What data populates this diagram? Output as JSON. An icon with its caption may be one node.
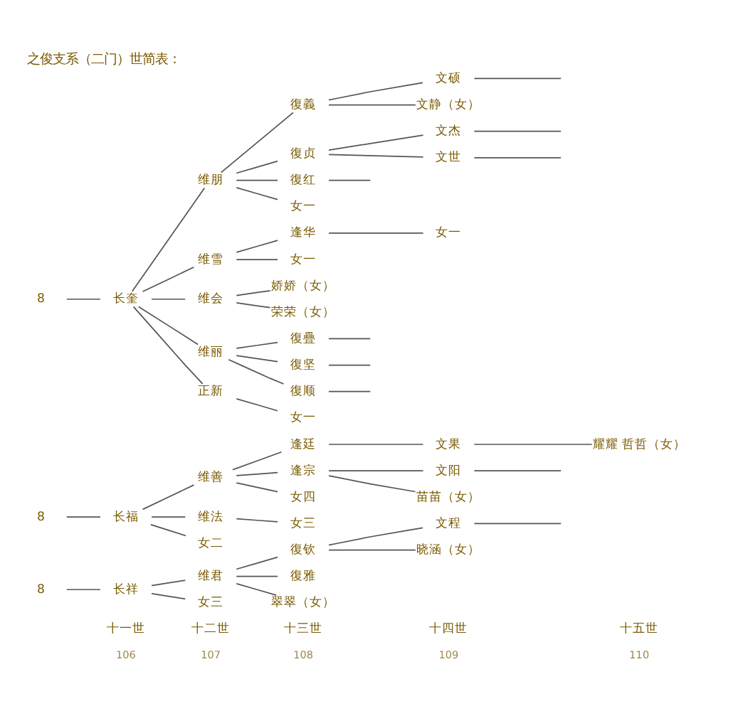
{
  "diagram": {
    "title": "之俊支系（二门）世简表：",
    "nodes": [
      {
        "text": [
          "8"
        ]
      },
      {
        "text": [
          "长祥"
        ]
      },
      {
        "text": [
          "维君"
        ]
      },
      {
        "text": [
          "女三"
        ]
      },
      {
        "text": [
          "復钦"
        ]
      },
      {
        "text": [
          "復雅"
        ]
      },
      {
        "text": [
          "翠翠（女）"
        ]
      },
      {
        "text": [
          "文程"
        ]
      },
      {
        "text": [
          "晓涵（女）"
        ]
      },
      {
        "text": [
          "8"
        ]
      },
      {
        "text": [
          "长福"
        ]
      },
      {
        "text": [
          "维善"
        ]
      },
      {
        "text": [
          "维法"
        ]
      },
      {
        "text": [
          "女二"
        ]
      },
      {
        "text": [
          "逢廷"
        ]
      },
      {
        "text": [
          "逢宗"
        ]
      },
      {
        "text": [
          "女四"
        ]
      },
      {
        "text": [
          "文果"
        ]
      },
      {
        "text": [
          "耀耀 哲哲（女）"
        ]
      },
      {
        "text": [
          "文阳"
        ]
      },
      {
        "text": [
          "苗苗（女）"
        ]
      },
      {
        "text": [
          "女三"
        ]
      },
      {
        "text": [
          "8"
        ]
      },
      {
        "text": [
          "长奎"
        ]
      },
      {
        "text": [
          "维朋"
        ]
      },
      {
        "text": [
          "维雪"
        ]
      },
      {
        "text": [
          "维会"
        ]
      },
      {
        "text": [
          "维丽"
        ]
      },
      {
        "text": [
          "正新"
        ]
      },
      {
        "text": [
          "復義"
        ]
      },
      {
        "text": [
          "復贞"
        ]
      },
      {
        "text": [
          "復红"
        ]
      },
      {
        "text": [
          "女一"
        ]
      },
      {
        "text": [
          "文硕"
        ]
      },
      {
        "text": [
          "文静（女）"
        ]
      },
      {
        "text": [
          "文杰"
        ]
      },
      {
        "text": [
          "文世"
        ]
      },
      {
        "text": [
          "逢华"
        ]
      },
      {
        "text": [
          "女一"
        ]
      },
      {
        "text": [
          "女一"
        ]
      },
      {
        "text": [
          "娇娇（女）"
        ]
      },
      {
        "text": [
          "荣荣（女）"
        ]
      },
      {
        "text": [
          "復疊"
        ]
      },
      {
        "text": [
          "復坚"
        ]
      },
      {
        "text": [
          "復顺"
        ]
      },
      {
        "text": [
          "女一"
        ]
      }
    ],
    "edges": [
      {
        "from": 0,
        "to": 1,
        "arrow": "none"
      },
      {
        "from": 1,
        "to": 2,
        "arrow": "none"
      },
      {
        "from": 1,
        "to": 3,
        "arrow": "none"
      },
      {
        "from": 2,
        "to": 4,
        "arrow": "none"
      },
      {
        "from": 2,
        "to": 5,
        "arrow": "none"
      },
      {
        "from": 2,
        "to": 6,
        "arrow": "none"
      },
      {
        "from": 4,
        "to": 7,
        "arrow": "none"
      },
      {
        "from": 4,
        "to": 8,
        "arrow": "none"
      },
      {
        "from": 7,
        "to": null,
        "arrow": "none"
      },
      {
        "from": 9,
        "to": 10,
        "arrow": "none"
      },
      {
        "from": 10,
        "to": 11,
        "arrow": "none"
      },
      {
        "from": 10,
        "to": 12,
        "arrow": "none"
      },
      {
        "from": 10,
        "to": 13,
        "arrow": "none"
      },
      {
        "from": 11,
        "to": 14,
        "arrow": "none"
      },
      {
        "from": 11,
        "to": 15,
        "arrow": "none"
      },
      {
        "from": 11,
        "to": 16,
        "arrow": "none"
      },
      {
        "from": 14,
        "to": 17,
        "arrow": "none"
      },
      {
        "from": 17,
        "to": 18,
        "arrow": "none"
      },
      {
        "from": 15,
        "to": 19,
        "arrow": "none"
      },
      {
        "from": 15,
        "to": 20,
        "arrow": "none"
      },
      {
        "from": 19,
        "to": null,
        "arrow": "none"
      },
      {
        "from": 12,
        "to": 21,
        "arrow": "none"
      },
      {
        "from": 22,
        "to": 23,
        "arrow": "none"
      },
      {
        "from": 23,
        "to": 24,
        "arrow": "none"
      },
      {
        "from": 23,
        "to": 25,
        "arrow": "none"
      },
      {
        "from": 23,
        "to": 26,
        "arrow": "none"
      },
      {
        "from": 23,
        "to": 27,
        "arrow": "none"
      },
      {
        "from": 23,
        "to": 28,
        "arrow": "none"
      },
      {
        "from": 24,
        "to": 29,
        "arrow": "none"
      },
      {
        "from": 24,
        "to": 30,
        "arrow": "none"
      },
      {
        "from": 24,
        "to": 31,
        "arrow": "none"
      },
      {
        "from": 24,
        "to": 32,
        "arrow": "none"
      },
      {
        "from": 29,
        "to": 33,
        "arrow": "none"
      },
      {
        "from": 29,
        "to": 34,
        "arrow": "none"
      },
      {
        "from": 33,
        "to": null,
        "arrow": "none"
      },
      {
        "from": 30,
        "to": 35,
        "arrow": "none"
      },
      {
        "from": 30,
        "to": 36,
        "arrow": "none"
      },
      {
        "from": 35,
        "to": null,
        "arrow": "none"
      },
      {
        "from": 36,
        "to": null,
        "arrow": "none"
      },
      {
        "from": 31,
        "to": null,
        "arrow": "none"
      },
      {
        "from": 25,
        "to": 37,
        "arrow": "none"
      },
      {
        "from": 25,
        "to": 39,
        "arrow": "none"
      },
      {
        "from": 37,
        "to": 38,
        "arrow": "none"
      },
      {
        "from": 26,
        "to": 40,
        "arrow": "none"
      },
      {
        "from": 26,
        "to": 41,
        "arrow": "none"
      },
      {
        "from": 27,
        "to": 42,
        "arrow": "none"
      },
      {
        "from": 27,
        "to": 43,
        "arrow": "none"
      },
      {
        "from": 27,
        "to": 44,
        "arrow": "none"
      },
      {
        "from": 42,
        "to": null,
        "arrow": "none"
      },
      {
        "from": 43,
        "to": null,
        "arrow": "none"
      },
      {
        "from": 44,
        "to": null,
        "arrow": "none"
      },
      {
        "from": 28,
        "to": 45,
        "arrow": "none"
      }
    ],
    "labels": [
      "十一世",
      "106",
      "十二世",
      "107",
      "十三世",
      "108",
      "十四世",
      "109",
      "十五世",
      "110"
    ]
  }
}
